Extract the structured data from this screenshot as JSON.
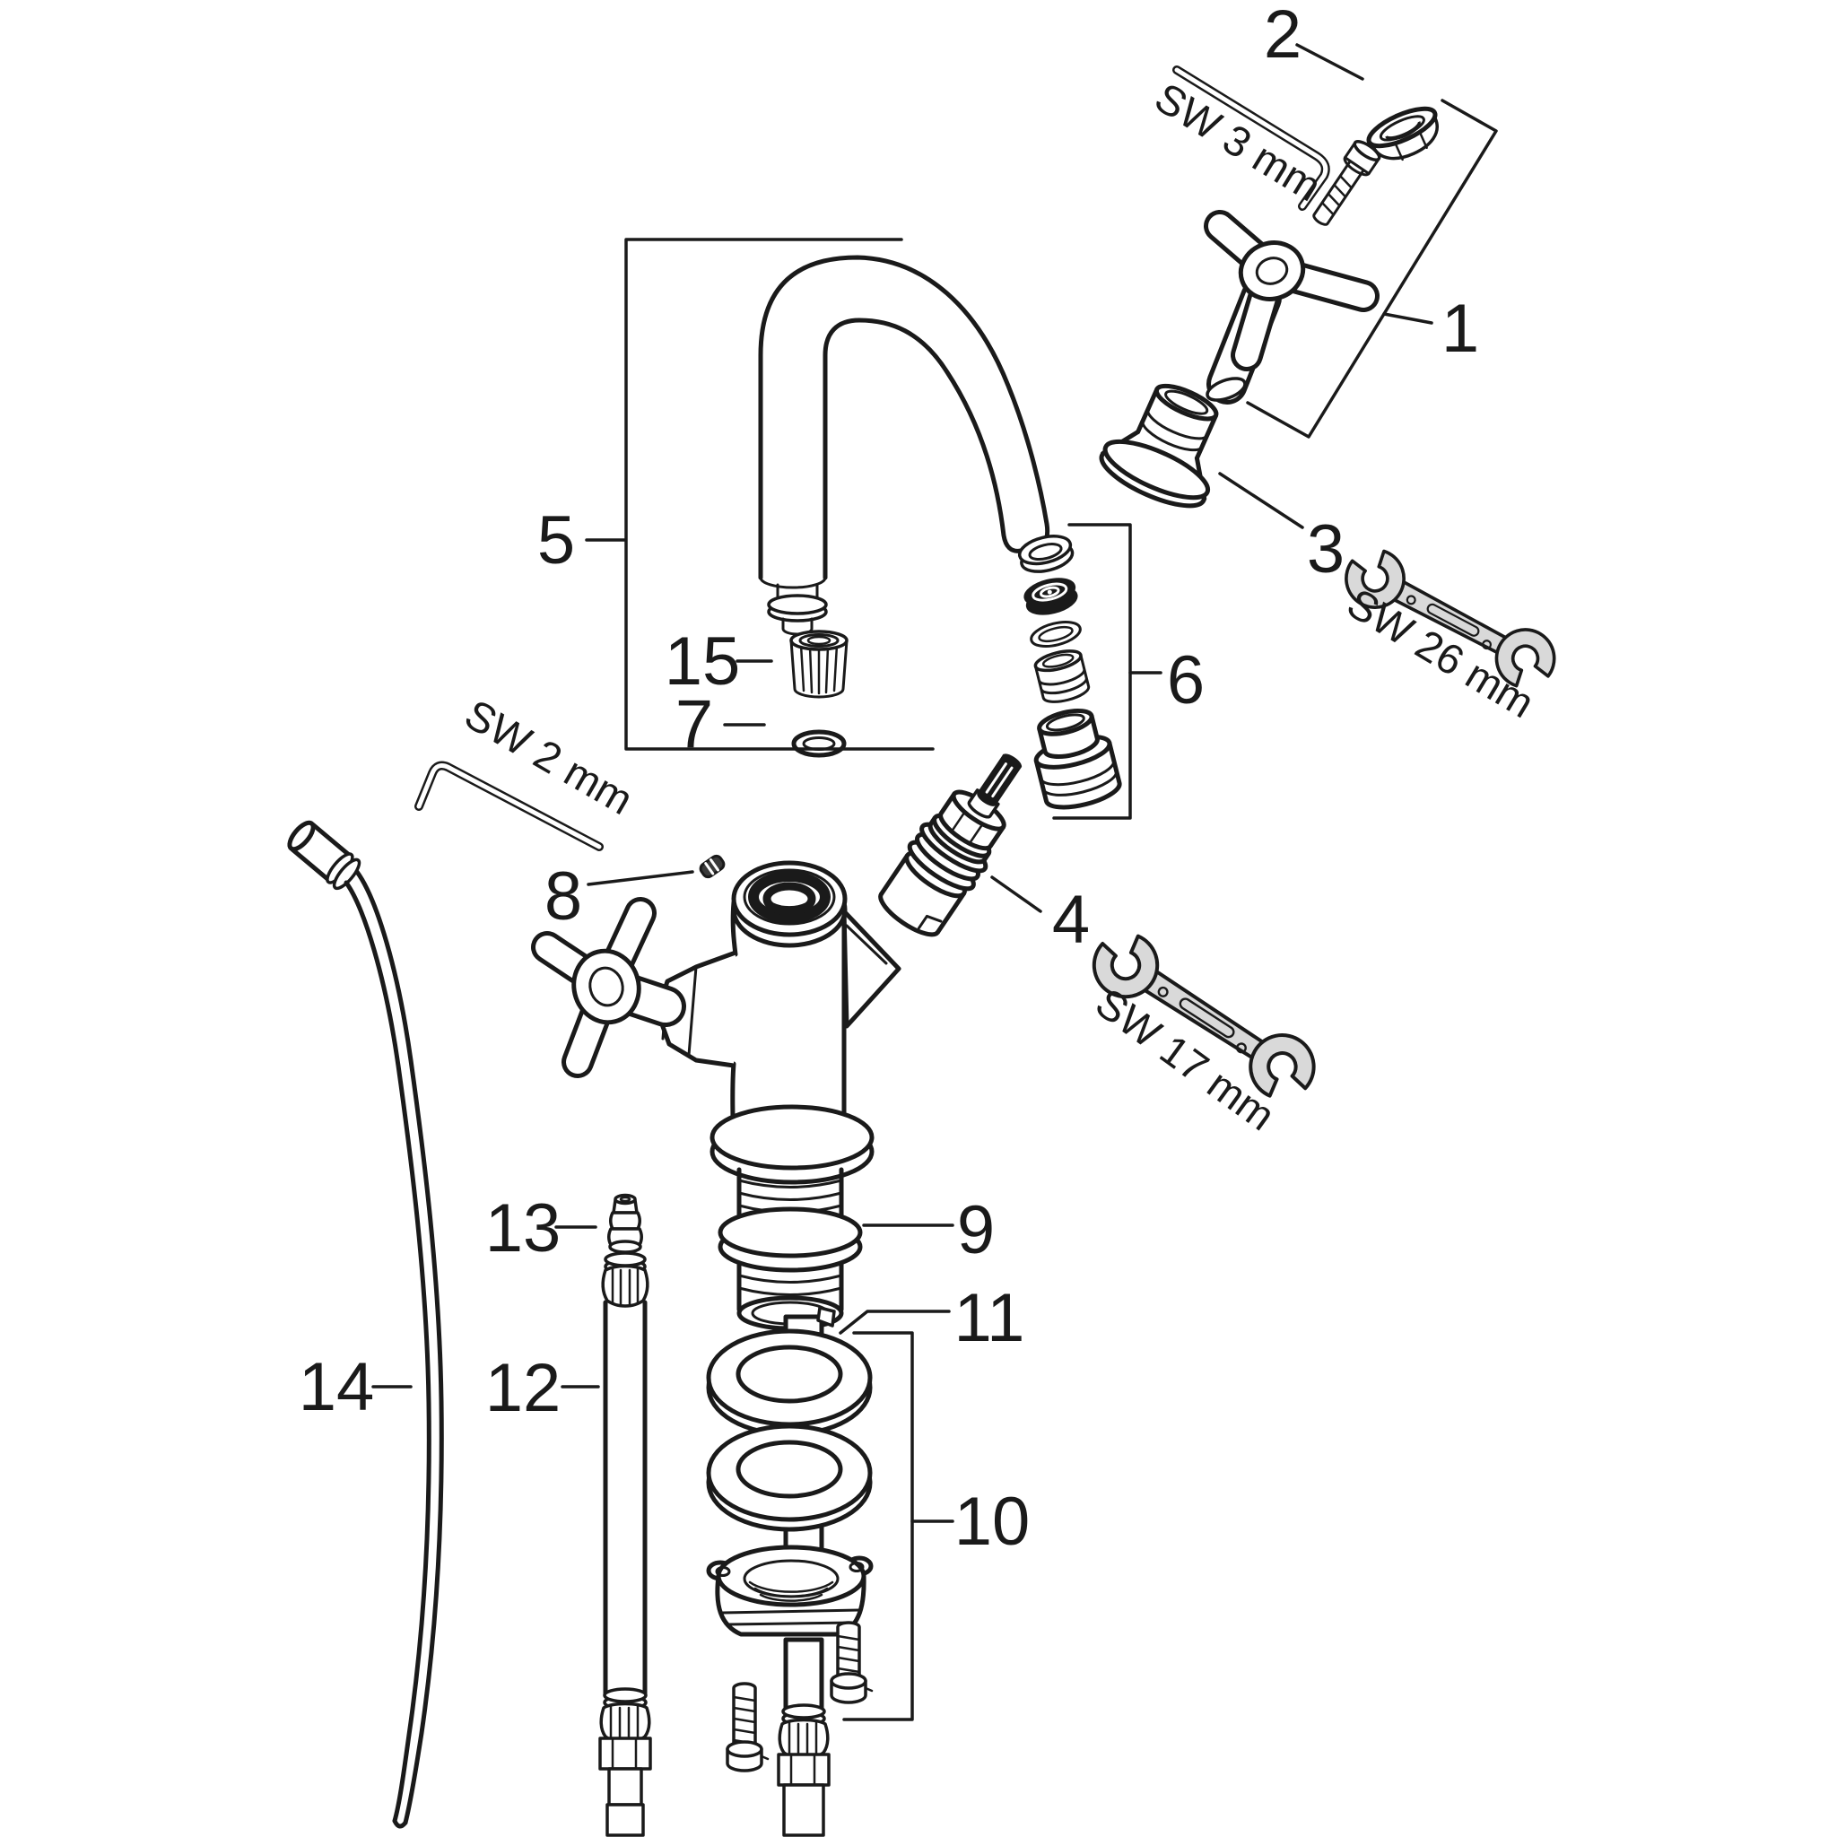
{
  "colors": {
    "line": "#1a1a1a",
    "tool_fill": "#d9d9d9",
    "background": "#ffffff"
  },
  "diagram": {
    "type": "exploded-parts-diagram",
    "subject": "two-handle basin faucet with spout, cartridge and fixation set",
    "callouts": {
      "c1": "1",
      "c2": "2",
      "c3": "3",
      "c4": "4",
      "c5": "5",
      "c6": "6",
      "c7": "7",
      "c8": "8",
      "c9": "9",
      "c10": "10",
      "c11": "11",
      "c12": "12",
      "c13": "13",
      "c14": "14",
      "c15": "15"
    },
    "tools": {
      "hex_key_3mm": "SW 3 mm",
      "wrench_26mm": "SW 26 mm",
      "hex_key_2mm": "SW 2 mm",
      "wrench_17mm": "SW 17 mm"
    }
  }
}
